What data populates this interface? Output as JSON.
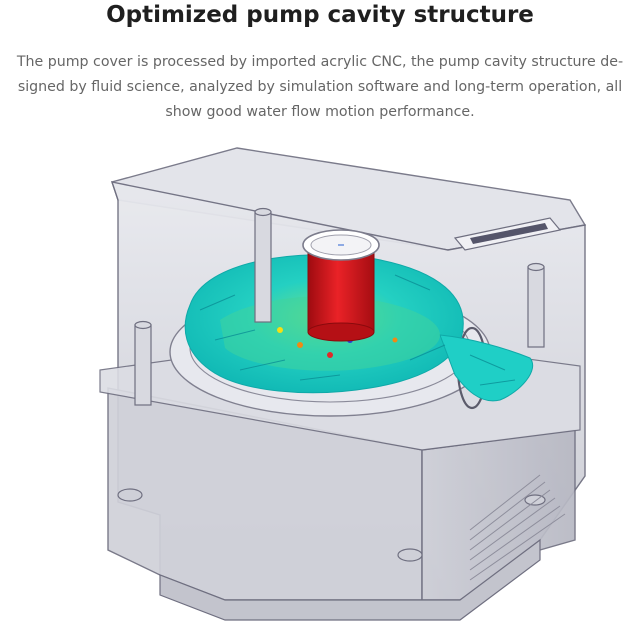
{
  "header": {
    "title": "Optimized pump cavity structure"
  },
  "description": {
    "lines": [
      "The pump cover is processed by imported acrylic CNC, the pump cavity structure de-",
      "signed by fluid science, analyzed by simulation software and long-term operation, all",
      "show good water flow motion performance."
    ]
  },
  "colors": {
    "housing_stroke": "#6f6f80",
    "housing_fill": "#d7d8df",
    "flow_cyan": "#17c9c4",
    "flow_green": "#5bd46b",
    "impeller_red": "#d9161c",
    "highlight_blue": "#2e3bd4",
    "heatsink": "#a8a8b4"
  },
  "icons": {
    "product_image": "pump-cavity-render"
  }
}
